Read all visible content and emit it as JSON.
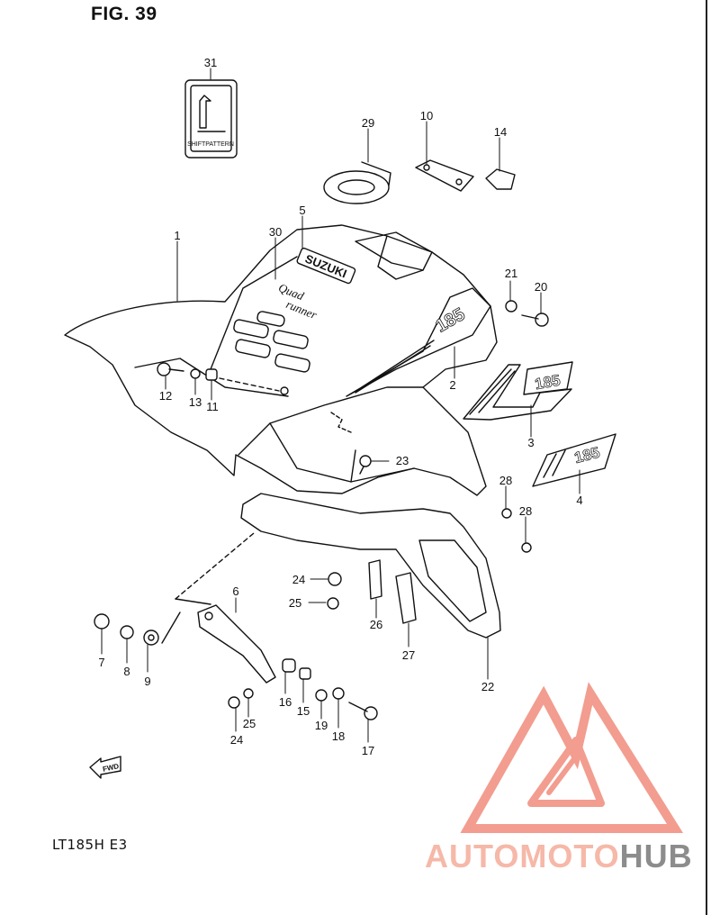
{
  "figure": {
    "title": "FIG. 39",
    "model": "LT185H  E3"
  },
  "callouts": [
    "1",
    "2",
    "3",
    "4",
    "5",
    "6",
    "7",
    "8",
    "9",
    "10",
    "11",
    "12",
    "13",
    "14",
    "15",
    "16",
    "17",
    "18",
    "19",
    "20",
    "21",
    "22",
    "23",
    "24",
    "25",
    "26",
    "27",
    "28",
    "29",
    "30",
    "31"
  ],
  "parts": {
    "p31": "SHIFTPATTERN",
    "p5": "SUZUKI",
    "p30_line1": "Quad",
    "p30_line2": "runner",
    "p2": "185",
    "p3": "185",
    "p4": "185",
    "fwd": "FWD"
  },
  "watermark": {
    "part1": "AUTOMOTO",
    "part2": "HUB",
    "colors": {
      "logo": "#f08c7c",
      "text1": "#f6b8a8",
      "text2": "#8c8c8c"
    }
  },
  "colors": {
    "line": "#111111",
    "background": "#ffffff"
  }
}
